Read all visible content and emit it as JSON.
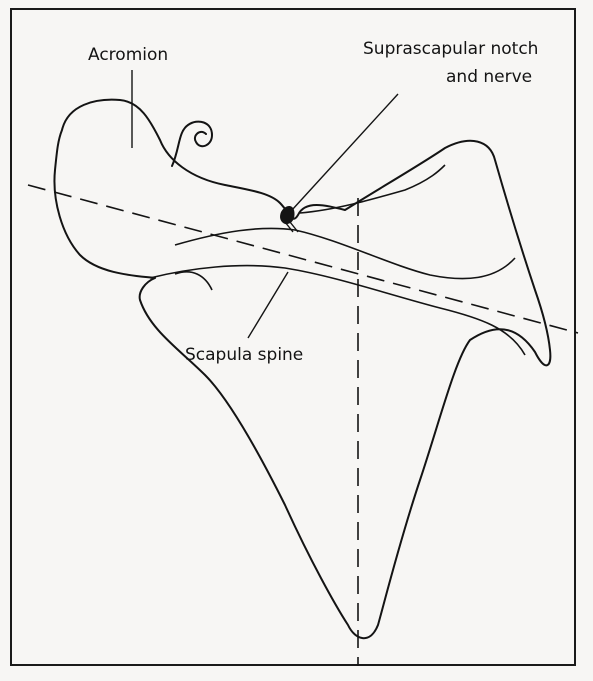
{
  "figure": {
    "labels": {
      "acromion": "Acromion",
      "suprascapular_line1": "Suprascapular notch",
      "suprascapular_line2": "and nerve",
      "scapula_spine": "Scapula spine"
    },
    "colors": {
      "ink": "#141414",
      "background": "#f7f6f4",
      "frame": "#1a1a1a"
    }
  }
}
